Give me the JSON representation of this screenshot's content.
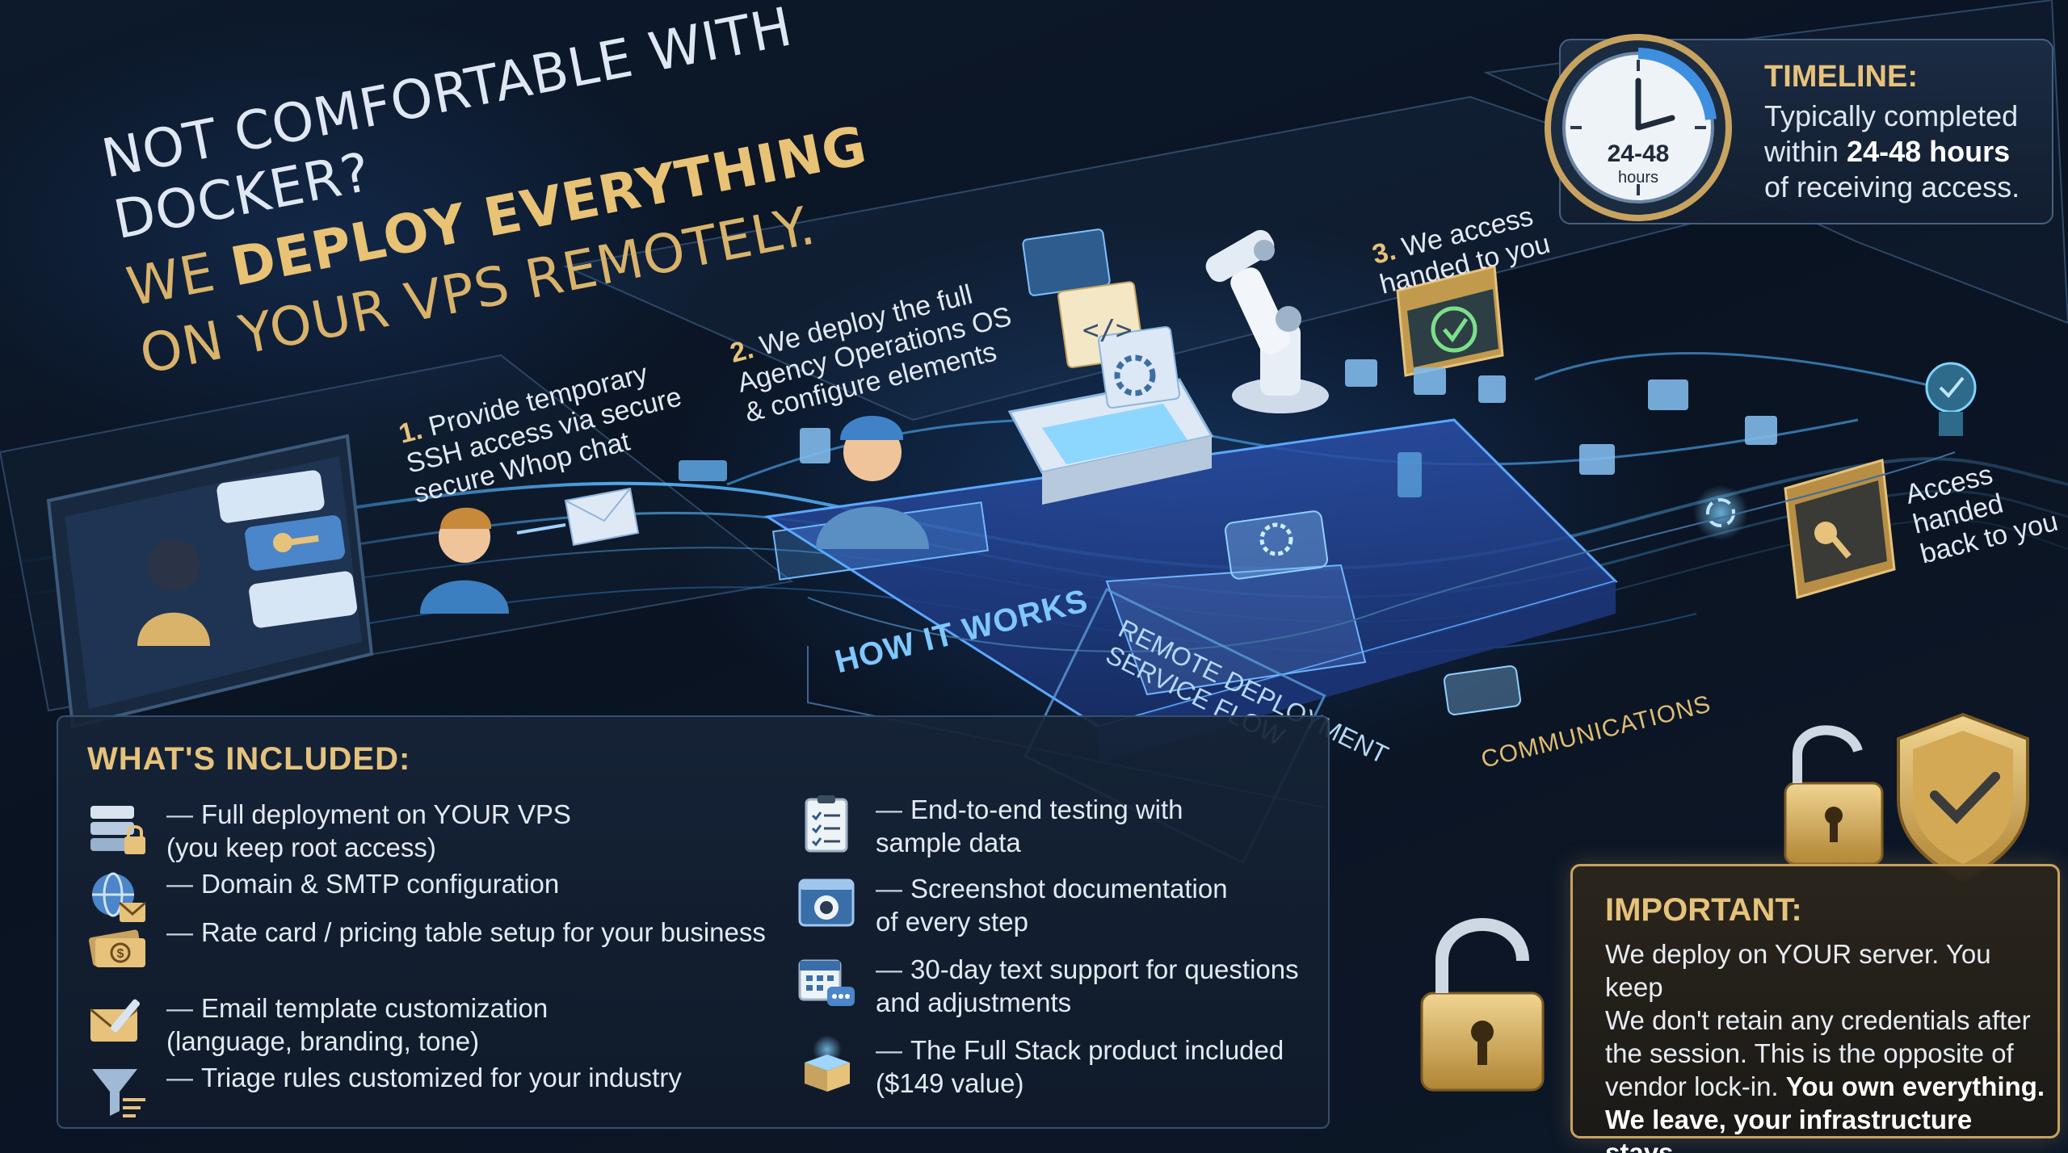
{
  "headline": {
    "line1": "Not comfortable with Docker?",
    "line2_pre": "We ",
    "line2_bold": "deploy everything",
    "line3": "on your VPS remotely."
  },
  "timeline": {
    "title": "TIMELINE:",
    "line1": "Typically completed",
    "line2_pre": "within ",
    "line2_bold": "24-48 hours",
    "line3": "of receiving access.",
    "clock_big": "24-48",
    "clock_small": "hours"
  },
  "steps": [
    {
      "num": "1.",
      "lines": [
        "Provide temporary",
        "SSH access via secure",
        "secure Whop chat"
      ]
    },
    {
      "num": "2.",
      "lines": [
        "We deploy the full",
        "Agency Operations OS",
        "& configure elements"
      ]
    },
    {
      "num": "3.",
      "lines": [
        "We access",
        "handed to you"
      ]
    },
    {
      "num": "",
      "lines": [
        "Access handed",
        "back to you"
      ]
    }
  ],
  "flow": {
    "how_it_works": "HOW IT WORKS",
    "service_flow_1": "Remote Deployment",
    "service_flow_2": "Service Flow",
    "communications": "Communications"
  },
  "included": {
    "title": "WHAT'S INCLUDED:",
    "dash": "—",
    "left": [
      {
        "icon": "server-lock-icon",
        "lines": [
          "Full deployment on YOUR VPS",
          "(you keep root access)"
        ]
      },
      {
        "icon": "globe-mail-icon",
        "lines": [
          "Domain & SMTP configuration"
        ]
      },
      {
        "icon": "money-icon",
        "lines": [
          "Rate card / pricing table setup for your business"
        ]
      },
      {
        "icon": "email-edit-icon",
        "lines": [
          "Email template customization",
          "(language, branding, tone)"
        ]
      },
      {
        "icon": "funnel-icon",
        "lines": [
          "Triage rules customized for your industry"
        ]
      }
    ],
    "right": [
      {
        "icon": "clipboard-check-icon",
        "lines": [
          "End-to-end testing with",
          "sample data"
        ]
      },
      {
        "icon": "camera-icon",
        "lines": [
          "Screenshot documentation",
          "of every step"
        ]
      },
      {
        "icon": "calendar-chat-icon",
        "lines": [
          "30-day text support for questions",
          "and adjustments"
        ]
      },
      {
        "icon": "open-box-icon",
        "lines": [
          "The Full Stack product included",
          "($149 value)"
        ]
      }
    ]
  },
  "important": {
    "title": "IMPORTANT:",
    "line1": "We deploy on YOUR server. You keep",
    "line2": "We don't retain any credentials after",
    "line3": "the session. This is the opposite of",
    "line4_pre": "vendor lock-in. ",
    "line4_bold": "You own everything.",
    "line5_bold": "We leave, your infrastructure stays."
  },
  "icons": {
    "lock_icon": "padlock-icon",
    "shield_icon": "shield-check-icon",
    "robot_icon": "robot-arm-icon",
    "server_icon": "server-icon"
  },
  "colors": {
    "gold": "#e6c27b",
    "accent_blue": "#5ab8ff",
    "background": "#0b1524"
  }
}
